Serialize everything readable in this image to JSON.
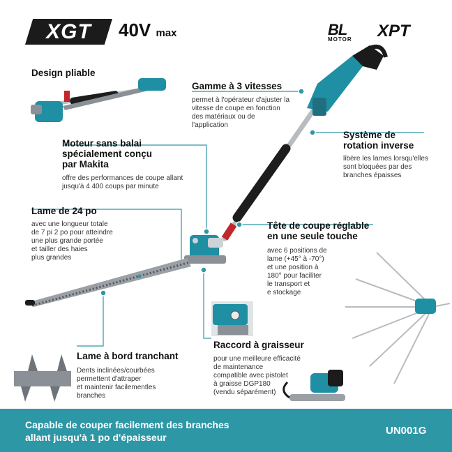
{
  "header": {
    "xgt_label": "XGT",
    "voltage": "40V",
    "voltage_suffix": "max",
    "bl_label": "BL",
    "motor_label": "MOTOR",
    "xpt_label": "XPT"
  },
  "features": {
    "foldable": {
      "title": "Design pliable"
    },
    "speeds": {
      "title": "Gamme à 3 vitesses",
      "lines": [
        "permet à l'opérateur d'ajuster la",
        "vitesse de coupe en fonction",
        "des matériaux ou de",
        "l'application"
      ]
    },
    "reverse": {
      "title_lines": [
        "Système de",
        "rotation inverse"
      ],
      "lines": [
        "libère les lames lorsqu'elles",
        "sont bloquées par des",
        "branches épaisses"
      ]
    },
    "motor": {
      "title_lines": [
        "Moteur sans balai",
        "spécialement conçu",
        "par Makita"
      ],
      "lines": [
        "offre des performances de coupe allant",
        "jusqu'à 4 400 coups par minute"
      ]
    },
    "blade": {
      "title": "Lame de 24 po",
      "lines": [
        "avec une longueur totale",
        "de 7 pi 2 po pour atteindre",
        "une plus grande portée",
        "et tailler des haies",
        "plus grandes"
      ]
    },
    "head": {
      "title_lines": [
        "Tête de coupe réglable",
        "en une seule touche"
      ],
      "lines": [
        "avec 6 positions de",
        "lame (+45° à -70°)",
        "et une position à",
        "180° pour faciliter",
        "le transport et",
        "e stockage"
      ]
    },
    "edge": {
      "title": "Lame à bord tranchant",
      "lines": [
        "Dents inclinées/courbées",
        "permettent d'attraper",
        "et maintenir facilementles",
        "branches"
      ]
    },
    "grease": {
      "title": "Raccord à graisseur",
      "lines": [
        "pour une meilleure efficacité",
        "de maintenance",
        "compatible avec pistolet",
        "à graisse DGP180",
        "(vendu séparément)"
      ]
    }
  },
  "footer": {
    "lines": [
      "Capable de couper facilement des branches",
      "allant jusqu'à 1 po d'épaisseur"
    ],
    "model": "UN001G"
  },
  "colors": {
    "accent": "#2e97a6",
    "dark": "#1b1b1b",
    "tool_teal": "#1f8fa3",
    "handle_red": "#c0282d"
  }
}
